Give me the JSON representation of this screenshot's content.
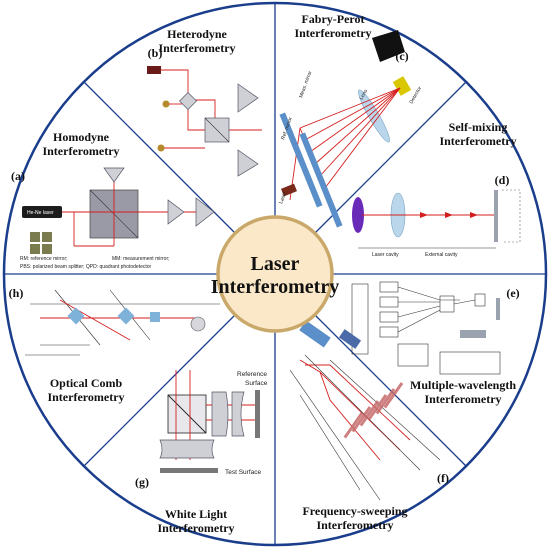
{
  "center": {
    "line1": "Laser",
    "line2": "Interferometry",
    "fill": "#fbe8c8",
    "stroke": "#c9a86a"
  },
  "colors": {
    "outer_ring": "#1a3d8c",
    "beam": "#d41e1e"
  },
  "segments": [
    {
      "id": "b",
      "letter": "(b)",
      "title1": "Heterodyne",
      "title2": "Interferometry"
    },
    {
      "id": "c",
      "letter": "(c)",
      "title1": "Fabry-Perot",
      "title2": "Interferometry"
    },
    {
      "id": "d",
      "letter": "(d)",
      "title1": "Self-mixing",
      "title2": "Interferometry"
    },
    {
      "id": "e",
      "letter": "(e)",
      "title1": "Multiple-wavelength",
      "title2": "Interferometry"
    },
    {
      "id": "f",
      "letter": "(f)",
      "title1": "Frequency-sweeping",
      "title2": "Interferometry"
    },
    {
      "id": "g",
      "letter": "(g)",
      "title1": "White Light",
      "title2": "Interferometry"
    },
    {
      "id": "h",
      "letter": "(h)",
      "title1": "Optical Comb",
      "title2": "Interferometry"
    },
    {
      "id": "a",
      "letter": "(a)",
      "title1": "Homodyne",
      "title2": "Interferometry"
    }
  ],
  "labels": {
    "a_laser": "He-Ne laser",
    "a_note1": "RM: reference mirror;",
    "a_note2": "MM: measurement mirror;",
    "a_note3": "PBS: polarized beam splitter; QPD: quadrant photodetector",
    "c_lens": "Lens",
    "c_detector": "Detector",
    "c_ref": "Ref. mirror",
    "c_meas": "Meas. mirror",
    "c_laser": "Laser",
    "d_laser_cavity": "Laser cavity",
    "d_external_cavity": "External cavity",
    "g_ref1": "Reference",
    "g_ref2": "Surface",
    "g_test": "Test Surface"
  }
}
